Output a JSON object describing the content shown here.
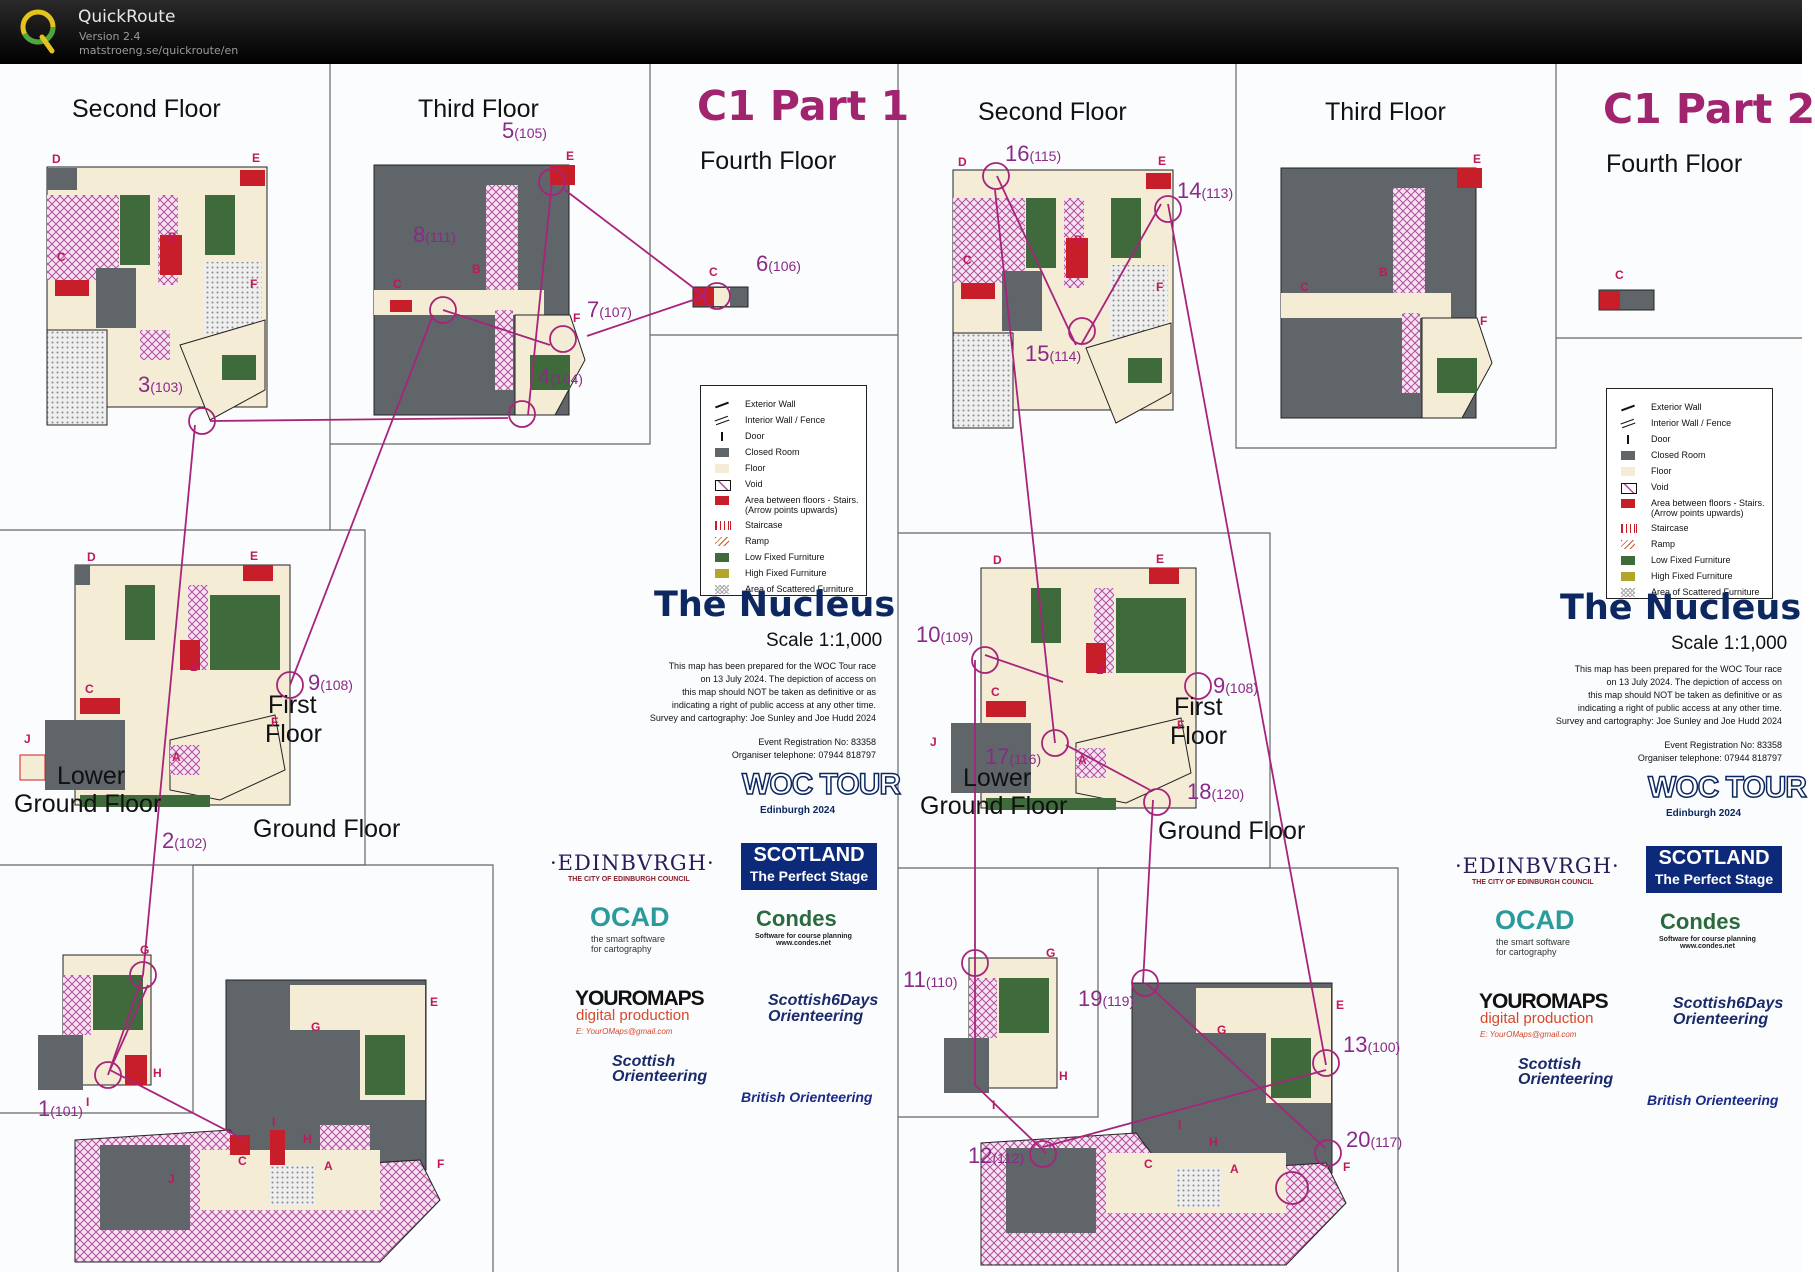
{
  "app": {
    "name": "QuickRoute",
    "version": "Version 2.4",
    "url": "matstroeng.se/quickroute/en"
  },
  "colors": {
    "course_line": "#a8247c",
    "closed_room": "#5f6568",
    "floor": "#f4ecd5",
    "stairs": "#c81e2a",
    "low_furniture": "#3f6b3c",
    "high_furniture": "#b3a52c",
    "void": "#b74d9b",
    "title": "#a0246e",
    "nucleus_blue": "#0d2760"
  },
  "maps": [
    {
      "title": "C1 Part 1",
      "floors": {
        "second": "Second Floor",
        "third": "Third Floor",
        "fourth": "Fourth Floor",
        "first_line1": "First",
        "first_line2": "Floor",
        "lower_line1": "Lower",
        "lower_line2": "Ground Floor",
        "ground": "Ground Floor"
      },
      "controls": [
        {
          "num": "1",
          "code": "(101)"
        },
        {
          "num": "2",
          "code": "(102)"
        },
        {
          "num": "3",
          "code": "(103)"
        },
        {
          "num": "4",
          "code": "(104)"
        },
        {
          "num": "5",
          "code": "(105)"
        },
        {
          "num": "6",
          "code": "(106)"
        },
        {
          "num": "7",
          "code": "(107)"
        },
        {
          "num": "8",
          "code": "(111)"
        },
        {
          "num": "9",
          "code": "(108)"
        }
      ]
    },
    {
      "title": "C1 Part 2",
      "floors": {
        "second": "Second Floor",
        "third": "Third Floor",
        "fourth": "Fourth Floor",
        "first_line1": "First",
        "first_line2": "Floor",
        "lower_line1": "Lower",
        "lower_line2": "Ground Floor",
        "ground": "Ground Floor"
      },
      "controls": [
        {
          "num": "9",
          "code": "(108)"
        },
        {
          "num": "10",
          "code": "(109)"
        },
        {
          "num": "11",
          "code": "(110)"
        },
        {
          "num": "12",
          "code": "(112)"
        },
        {
          "num": "13",
          "code": "(100)"
        },
        {
          "num": "14",
          "code": "(113)"
        },
        {
          "num": "15",
          "code": "(114)"
        },
        {
          "num": "16",
          "code": "(115)"
        },
        {
          "num": "17",
          "code": "(116)"
        },
        {
          "num": "18",
          "code": "(120)"
        },
        {
          "num": "19",
          "code": "(119)"
        },
        {
          "num": "20",
          "code": "(117)"
        }
      ]
    }
  ],
  "stair_letters": [
    "A",
    "B",
    "C",
    "D",
    "E",
    "F",
    "G",
    "H",
    "I",
    "J"
  ],
  "legend": [
    {
      "label": "Exterior Wall",
      "sym": "exterior-wall"
    },
    {
      "label": "Interior Wall / Fence",
      "sym": "interior-wall"
    },
    {
      "label": "Door",
      "sym": "door"
    },
    {
      "label": "Closed Room",
      "sym": "closed-room"
    },
    {
      "label": "Floor",
      "sym": "floor"
    },
    {
      "label": "Void",
      "sym": "void"
    },
    {
      "label": "Area between floors - Stairs.",
      "label2": "(Arrow points upwards)",
      "sym": "stairs"
    },
    {
      "label": "Staircase",
      "sym": "staircase"
    },
    {
      "label": "Ramp",
      "sym": "ramp"
    },
    {
      "label": "Low Fixed Furniture",
      "sym": "low-furniture"
    },
    {
      "label": "High Fixed Furniture",
      "sym": "high-furniture"
    },
    {
      "label": "Area of Scattered Furniture",
      "sym": "scattered"
    }
  ],
  "info": {
    "name": "The Nucleus",
    "scale": "Scale 1:1,000",
    "note1": "This map has been prepared for the WOC Tour race",
    "note2": "on 13 July 2024. The depiction of access on",
    "note3": "this map should NOT be taken as definitive or as",
    "note4": "indicating a right of public access at any other time.",
    "survey": "Survey and cartography: Joe Sunley and Joe Hudd 2024",
    "registration": "Event Registration No: 83358",
    "telephone": "Organiser telephone: 07944 818797"
  },
  "sponsors": {
    "woc": "WOC TOUR",
    "woc_sub": "Edinburgh 2024",
    "edinburgh": "·EDINBVRGH·",
    "edinburgh_sub": "THE CITY OF EDINBURGH COUNCIL",
    "scotland1": "SCOTLAND",
    "scotland2": "The Perfect Stage",
    "ocad": "OCAD",
    "ocad_sub1": "the smart software",
    "ocad_sub2": "for cartography",
    "condes": "Condes",
    "condes_sub1": "Software for course planning",
    "condes_sub2": "www.condes.net",
    "yomaps": "YOUROMAPS",
    "yomaps_sub": "digital production",
    "yomaps_mail": "E: YourOMaps@gmail.com",
    "s6d1": "Scottish6Days",
    "s6d2": "Orienteering",
    "scotor1": "Scottish",
    "scotor2": "Orienteering",
    "bo": "British Orienteering"
  }
}
